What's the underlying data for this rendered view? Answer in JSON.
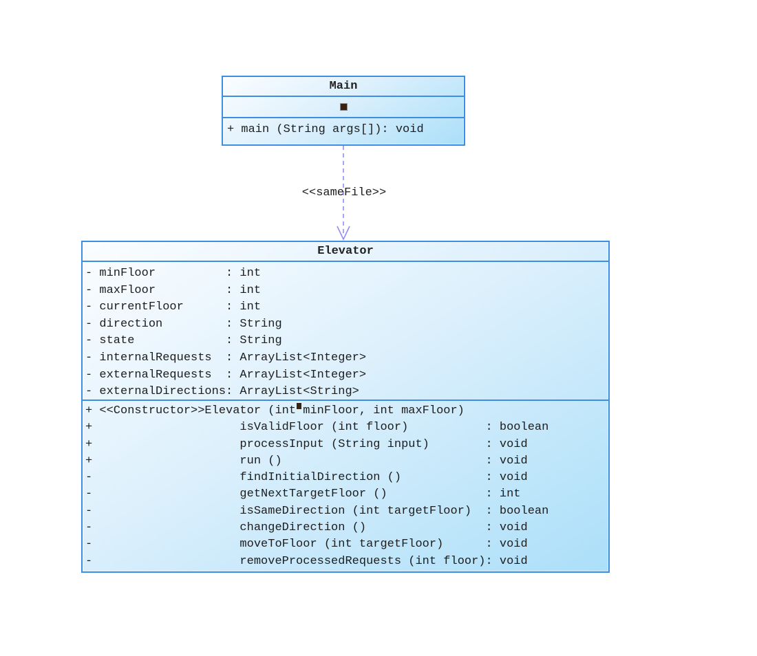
{
  "diagram": {
    "main_class": {
      "title": "Main",
      "methods": [
        "+ main (String args[]): void"
      ]
    },
    "connector": {
      "stereotype": "<<sameFile>>"
    },
    "elevator_class": {
      "title": "Elevator",
      "attributes": [
        "- minFloor          : int",
        "- maxFloor          : int",
        "- currentFloor      : int",
        "- direction         : String",
        "- state             : String",
        "- internalRequests  : ArrayList<Integer>",
        "- externalRequests  : ArrayList<Integer>",
        "- externalDirections: ArrayList<String>"
      ],
      "methods": [
        "+ <<Constructor>>Elevator (int▪minFloor, int maxFloor)",
        "+                     isValidFloor (int floor)           : boolean",
        "+                     processInput (String input)        : void",
        "+                     run ()                             : void",
        "-                     findInitialDirection ()            : void",
        "-                     getNextTargetFloor ()              : int",
        "-                     isSameDirection (int targetFloor)  : boolean",
        "-                     changeDirection ()                 : void",
        "-                     moveToFloor (int targetFloor)      : void",
        "-                     removeProcessedRequests (int floor): void"
      ]
    },
    "colors": {
      "box_border": "#3b8ee4",
      "box_fill_top": "#fbfdff",
      "box_fill_bottom": "#abdff9",
      "arrow": "#918ef3",
      "text": "#1d1d1d",
      "marker_square": "#3a2212"
    }
  }
}
